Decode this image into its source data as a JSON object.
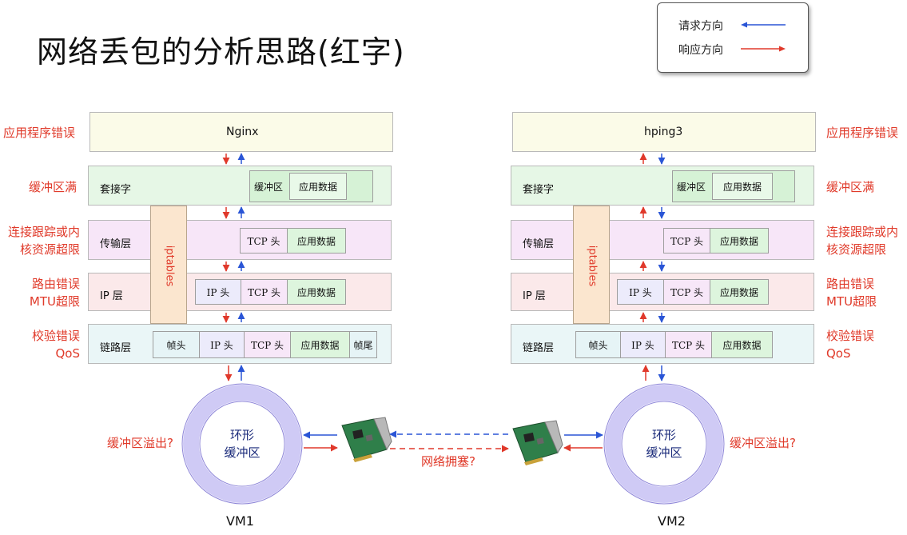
{
  "title": "网络丢包的分析思路(红字)",
  "legend": {
    "request": "请求方向",
    "response": "响应方向"
  },
  "colors": {
    "request": "#2a55d6",
    "response": "#e0392b",
    "note": "#e03a2a",
    "ring": "#cfcaf5"
  },
  "vm1": {
    "app": "Nginx",
    "socket": "套接字",
    "buffer": "缓冲区",
    "app_data": "应用数据",
    "transport": "传输层",
    "ip_layer": "IP 层",
    "link_layer": "链路层",
    "tcp_head": "TCP 头",
    "ip_head": "IP 头",
    "frame_head": "帧头",
    "frame_tail": "帧尾",
    "iptables": "iptables",
    "ring": [
      "环形",
      "缓冲区"
    ],
    "name": "VM1"
  },
  "vm2": {
    "app": "hping3",
    "socket": "套接字",
    "buffer": "缓冲区",
    "app_data": "应用数据",
    "transport": "传输层",
    "ip_layer": "IP 层",
    "link_layer": "链路层",
    "tcp_head": "TCP 头",
    "ip_head": "IP 头",
    "frame_head": "帧头",
    "iptables": "iptables",
    "ring": [
      "环形",
      "缓冲区"
    ],
    "name": "VM2"
  },
  "notes": {
    "app_error": "应用程序错误",
    "buffer_full": "缓冲区满",
    "conntrack": [
      "连接跟踪或内",
      "核资源超限"
    ],
    "routing": [
      "路由错误",
      "MTU超限"
    ],
    "checksum": [
      "校验错误",
      "QoS"
    ],
    "overflow": "缓冲区溢出?",
    "congestion": "网络拥塞?"
  }
}
